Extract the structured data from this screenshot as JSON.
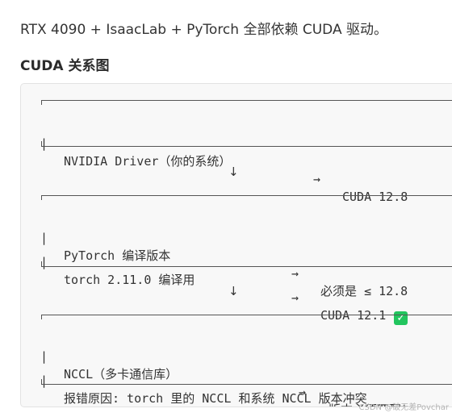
{
  "intro_text": "RTX 4090 + IsaacLab + PyTorch 全部依赖 CUDA 驱动。",
  "section_heading": "CUDA 关系图",
  "diagram": {
    "bar_char": "|",
    "down_arrow": "↓",
    "right_arrow": "→",
    "box1": {
      "rows": [
        {
          "label": "NVIDIA Driver（你的系统）",
          "value": "CUDA 12.8"
        }
      ]
    },
    "box2": {
      "rows": [
        {
          "label": "PyTorch 编译版本",
          "value": "必须是 ≤ 12.8"
        },
        {
          "label": "torch 2.11.0 编译用",
          "value": "CUDA 12.1"
        }
      ],
      "check_icon": "✓",
      "check_color": "#22c55e"
    },
    "box3": {
      "rows": [
        {
          "label": "NCCL（多卡通信库）",
          "value": "版本必须匹配！"
        },
        {
          "label": "报错原因: torch 里的 NCCL 和系统 NCCL 版本冲突",
          "value": ""
        }
      ]
    }
  },
  "watermark": "CSDN @破无差Povchar"
}
